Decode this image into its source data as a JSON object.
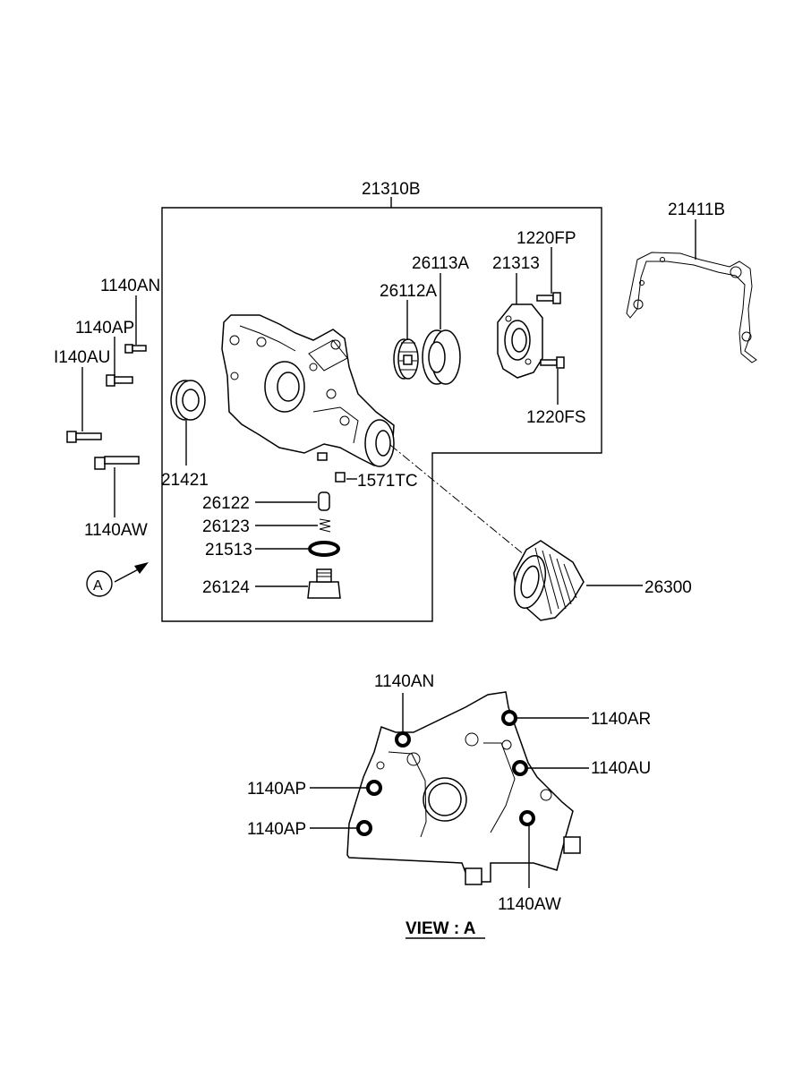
{
  "labels": {
    "assembly": "21310B",
    "gasket": "21411B",
    "bolt_an": "1140AN",
    "bolt_ap": "1140AP",
    "bolt_au": "I140AU",
    "bolt_aw": "1140AW",
    "screw_fp": "1220FP",
    "screw_fs": "1220FS",
    "cover": "21313",
    "outer_rotor": "26113A",
    "inner_rotor": "26112A",
    "seal": "21421",
    "plug_small": "1571TC",
    "plunger": "26122",
    "spring": "26123",
    "gasket_ring": "21513",
    "plug": "26124",
    "filter": "26300",
    "view_marker": "A",
    "view_title": "VIEW : A",
    "view_an": "1140AN",
    "view_ar": "1140AR",
    "view_au": "1140AU",
    "view_ap1": "1140AP",
    "view_ap2": "1140AP",
    "view_aw": "1140AW"
  }
}
